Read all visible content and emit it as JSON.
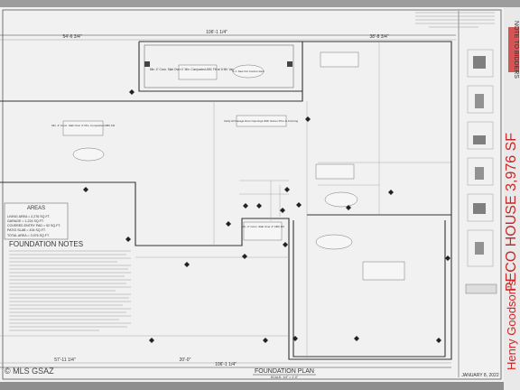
{
  "sheet": {
    "title": "FOUNDATION PLAN",
    "scale": "SCALE: 1/4\" = 1'-0\"",
    "date": "JANUARY 8, 2022",
    "watermark": "© MLS GSAZ",
    "notes_title": "FOUNDATION NOTES",
    "project": "Henry Goodson's",
    "project2": "PECO HOUSE 3,976 SF",
    "section_label": "NOTE TO BIDDERS"
  },
  "areas": {
    "title": "AREAS",
    "rows": [
      "LIVING AREA = 2,276 SQ.FT.",
      "GARAGE = 1,224 SQ.FT.",
      "COVERED ENTRY PAD = 92 SQ.FT.",
      "PATIO SLAB = 434 SQ.FT.",
      "TOTAL AREA = 3,976 SQ.FT."
    ]
  },
  "dimensions": {
    "overall_top": "106'-1 1/4\"",
    "left_top": "54'-6 3/4\"",
    "right_top": "38'-8 3/4\"",
    "overall_bottom": "106'-1 1/4\"",
    "left_bottom": "57'-11 1/4\"",
    "mid_bottom": "20'-0\""
  },
  "callouts": [
    "Min. 4\" Conc. Slab Over 4\" Min. Compacted ABC Fill w/ 6 Mil. Vapor Barrier",
    "Min. 4\" Conc. Slab Over 4\" Min. Compacted ABC Fill",
    "C.J. Saw Cut Control Joint",
    "Verify All Garage Door Openings With Owner Prior to Forming",
    "Min. 4\" Conc. Slab Over 4\" ABC Fill"
  ]
}
